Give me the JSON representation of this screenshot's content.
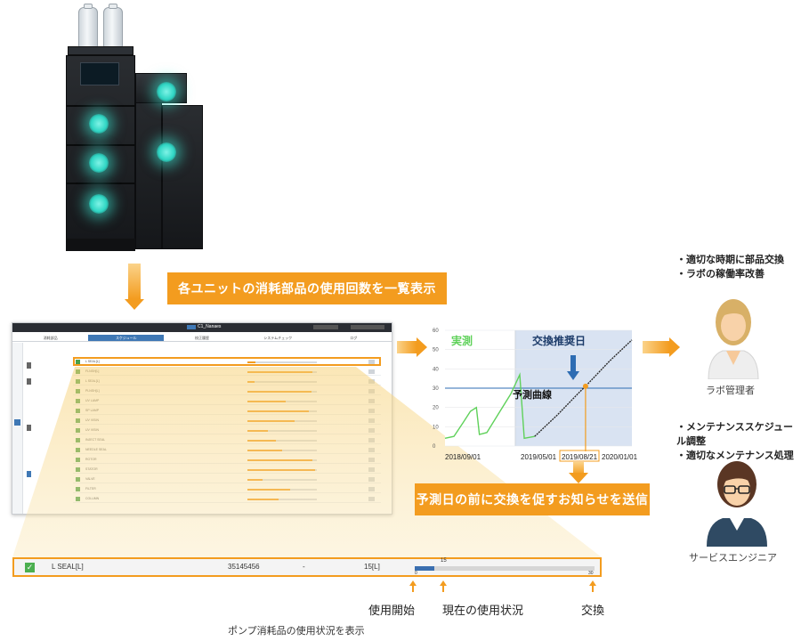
{
  "banner_top": "各ユニットの消耗部品の使用回数を一覧表示",
  "banner_notify": "予測日の前に交換を促すお知らせを送信",
  "screen": {
    "window_title": "C1_Nanaes",
    "tabs": [
      "消耗部品",
      "スケジュール",
      "校正履歴",
      "システムチェック",
      "ログ"
    ],
    "rows": [
      {
        "name": "L SEAL[L]",
        "fill": 0.12
      },
      {
        "name": "FLNSH[L]",
        "fill": 0.94
      },
      {
        "name": "L SEAL[L]",
        "fill": 0.1
      },
      {
        "name": "PLNSH[L]",
        "fill": 0.92
      },
      {
        "name": "UV LAMP",
        "fill": 0.55
      },
      {
        "name": "SP LAMP",
        "fill": 0.88
      },
      {
        "name": "UV VISIN",
        "fill": 0.68
      },
      {
        "name": "UV VISIN",
        "fill": 0.3
      },
      {
        "name": "INJECT SEAL",
        "fill": 0.41
      },
      {
        "name": "NEEDLE SEAL",
        "fill": 0.5
      },
      {
        "name": "ROTOR",
        "fill": 0.93
      },
      {
        "name": "STATOR",
        "fill": 0.97
      },
      {
        "name": "VALVE",
        "fill": 0.22
      },
      {
        "name": "FILTER",
        "fill": 0.62
      },
      {
        "name": "COLUMN",
        "fill": 0.45
      }
    ]
  },
  "detail": {
    "name": "L SEAL[L]",
    "serial": "35145456",
    "dash": "-",
    "limit": "15[L]",
    "progress_label": "15",
    "progress_fraction": 0.11,
    "left_scale": "0",
    "right_scale": "30"
  },
  "annotations": {
    "start": "使用開始",
    "current": "現在の使用状況",
    "replace": "交換"
  },
  "caption": "ポンプ消耗品の使用状況を表示",
  "chart_data": {
    "type": "line",
    "regions": [
      "実測",
      "交換推奨日"
    ],
    "annotation": "予測曲線",
    "x_ticks": [
      "2018/09/01",
      "2019/05/01",
      "2019/08/21",
      "2020/01/01"
    ],
    "y_ticks": [
      0,
      10,
      20,
      30,
      40,
      50,
      60
    ],
    "ylim": [
      0,
      60
    ],
    "threshold": 30,
    "series": [
      {
        "name": "実測",
        "points": [
          [
            0,
            4
          ],
          [
            0.6,
            5
          ],
          [
            1.2,
            12
          ],
          [
            1.7,
            18
          ],
          [
            2.1,
            20
          ],
          [
            2.3,
            6
          ],
          [
            2.8,
            7
          ],
          [
            3.6,
            17
          ],
          [
            4.4,
            27
          ],
          [
            5.0,
            37
          ],
          [
            5.3,
            4
          ],
          [
            6.0,
            5
          ]
        ]
      },
      {
        "name": "予測曲線",
        "points": [
          [
            6.0,
            5
          ],
          [
            7.5,
            16
          ],
          [
            9.0,
            28
          ],
          [
            9.4,
            31
          ],
          [
            11.0,
            44
          ],
          [
            12.5,
            55
          ]
        ]
      }
    ],
    "colors": {
      "accent": "#f39c1f",
      "measured": "#5fd15a",
      "forecast": "#2b2b2b",
      "threshold": "#2d6cb3",
      "region": "#d9e3f2"
    }
  },
  "roles": {
    "lab_manager": {
      "bullets": [
        "・適切な時期に部品交換",
        "・ラボの稼働率改善"
      ],
      "title": "ラボ管理者"
    },
    "service_engineer": {
      "bullets": [
        "・メンテナンススケジュール調整",
        "・適切なメンテナンス処理"
      ],
      "title": "サービスエンジニア"
    }
  }
}
